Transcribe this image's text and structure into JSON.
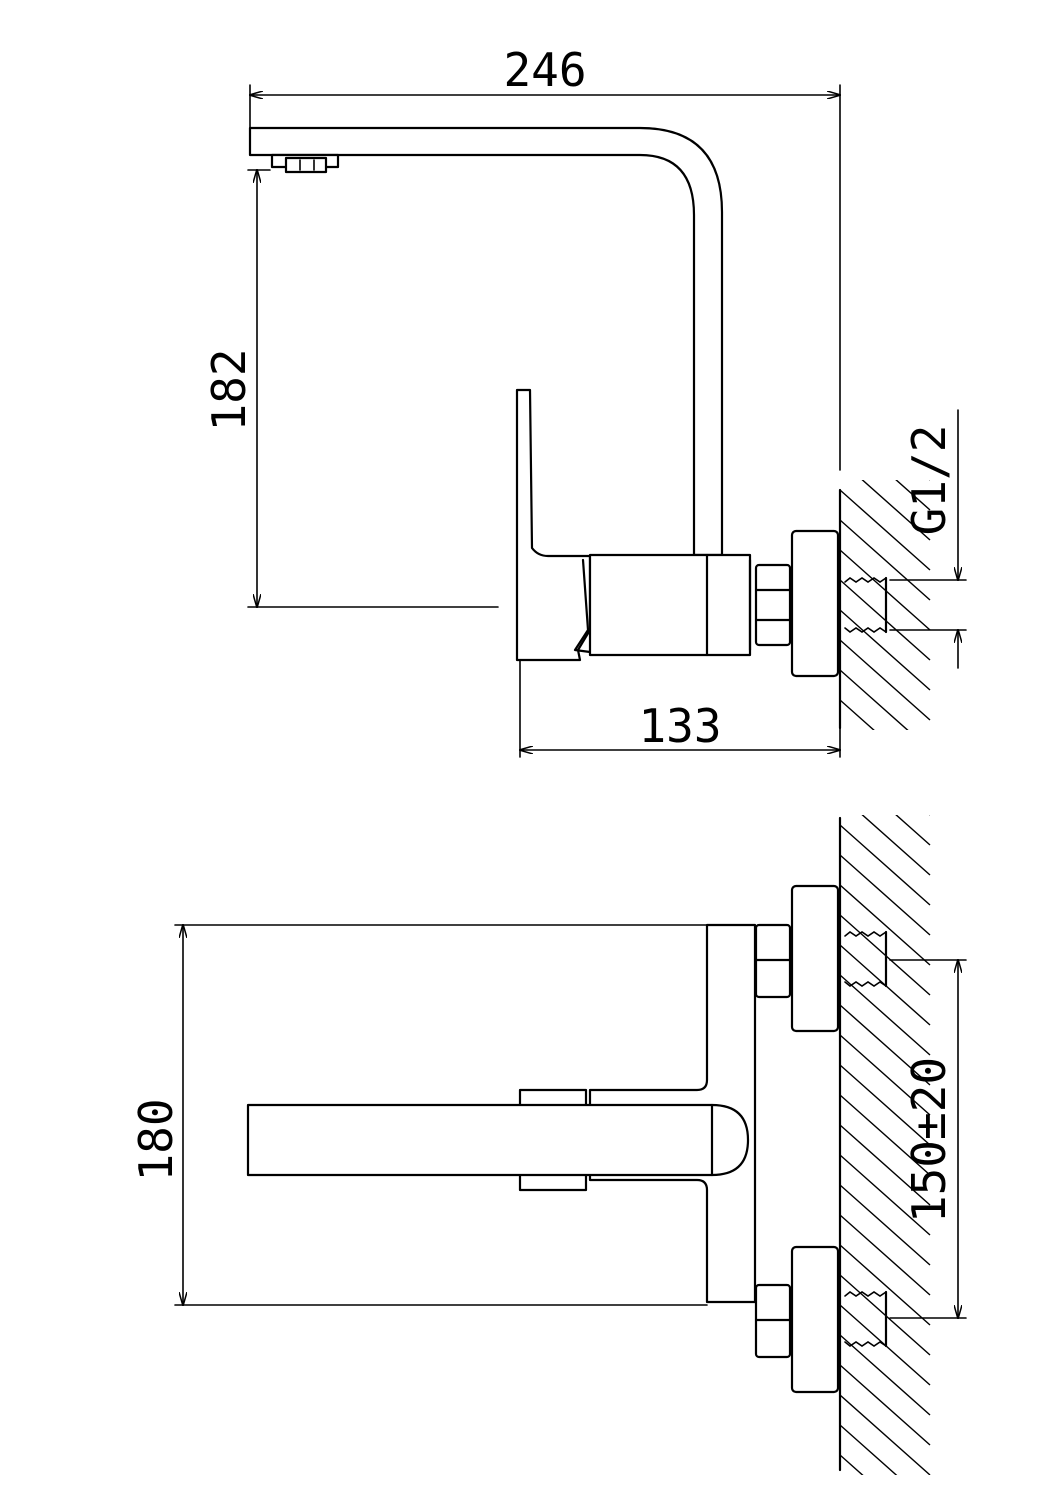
{
  "drawing": {
    "side_view": {
      "spout_length": "246",
      "spout_height": "182",
      "connection_thread": "G1/2",
      "wall_projection": "133"
    },
    "front_view": {
      "overall_width": "180",
      "inlet_spacing": "150±20"
    }
  }
}
